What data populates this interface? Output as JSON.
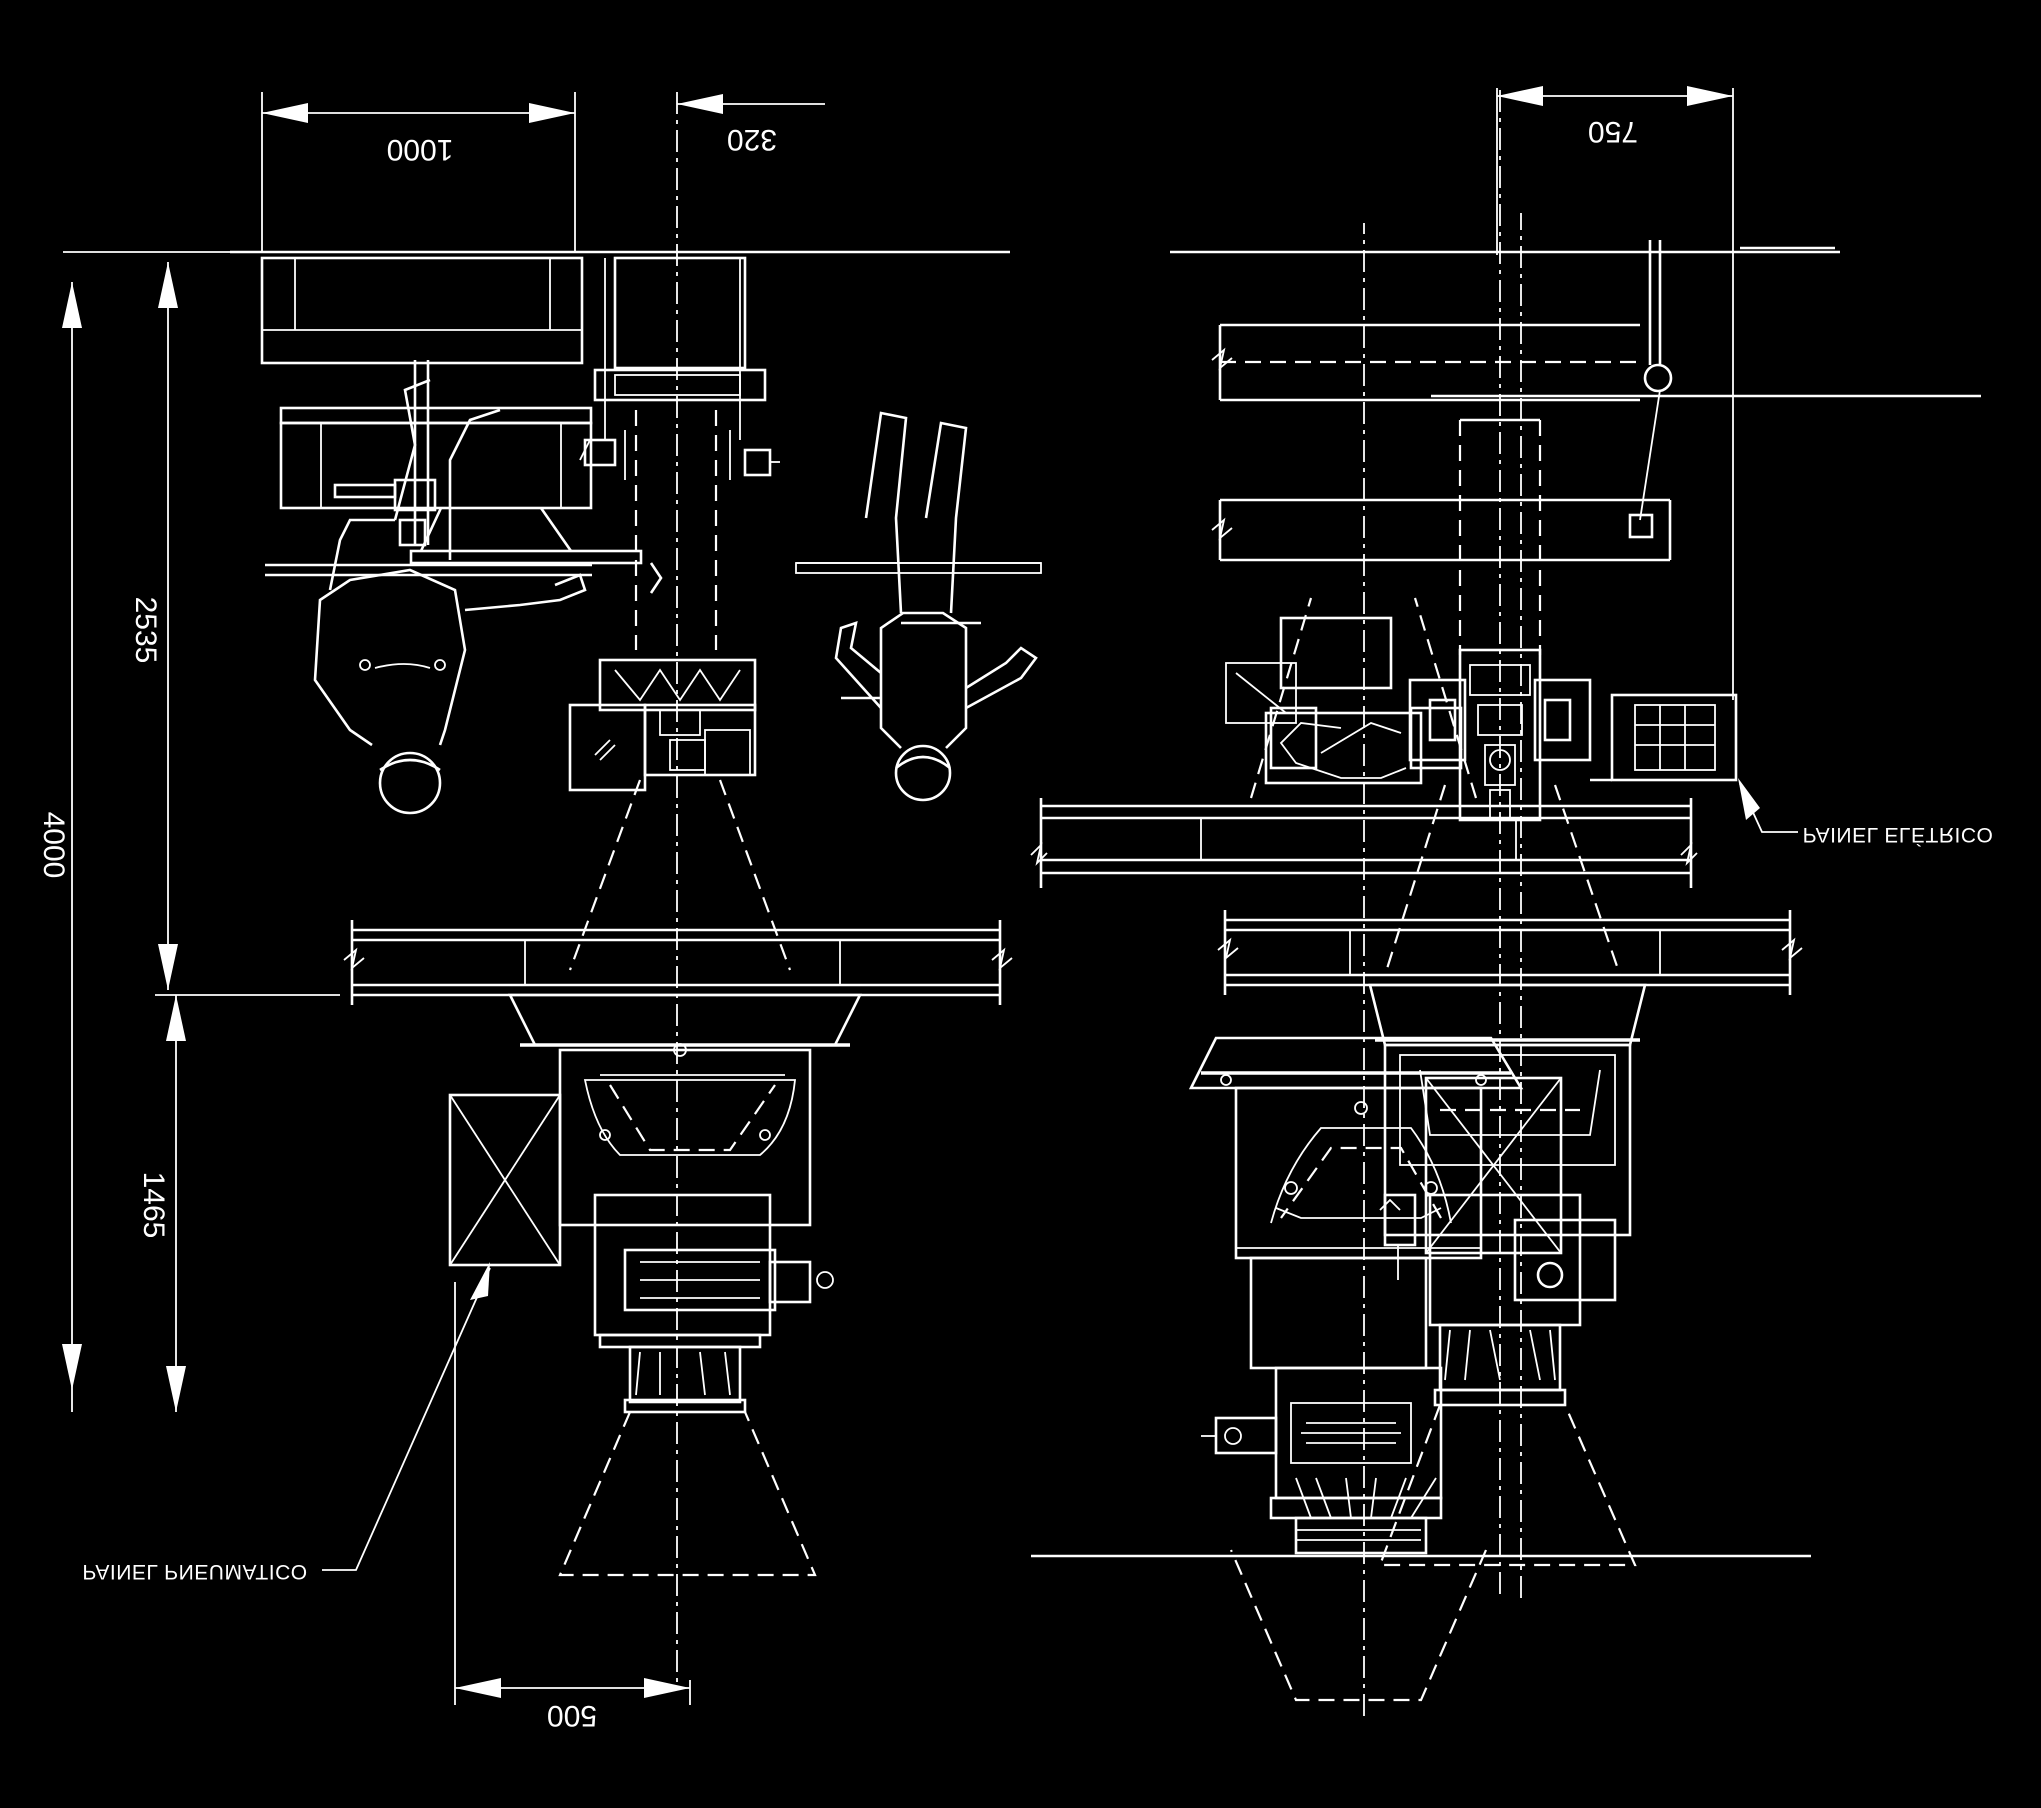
{
  "background_color": "#000000",
  "line_color": "#ffffff",
  "dimensions": {
    "top_left_width": "1000",
    "top_right_offset": "320",
    "right_view_width": "750",
    "total_height": "4000",
    "upper_height": "2535",
    "lower_height": "1465",
    "bottom_width": "500"
  },
  "labels": {
    "pneumatic_panel": "PAINEL PNEUMATICO",
    "electrical_panel": "PAINEL ELÉTRICO"
  }
}
